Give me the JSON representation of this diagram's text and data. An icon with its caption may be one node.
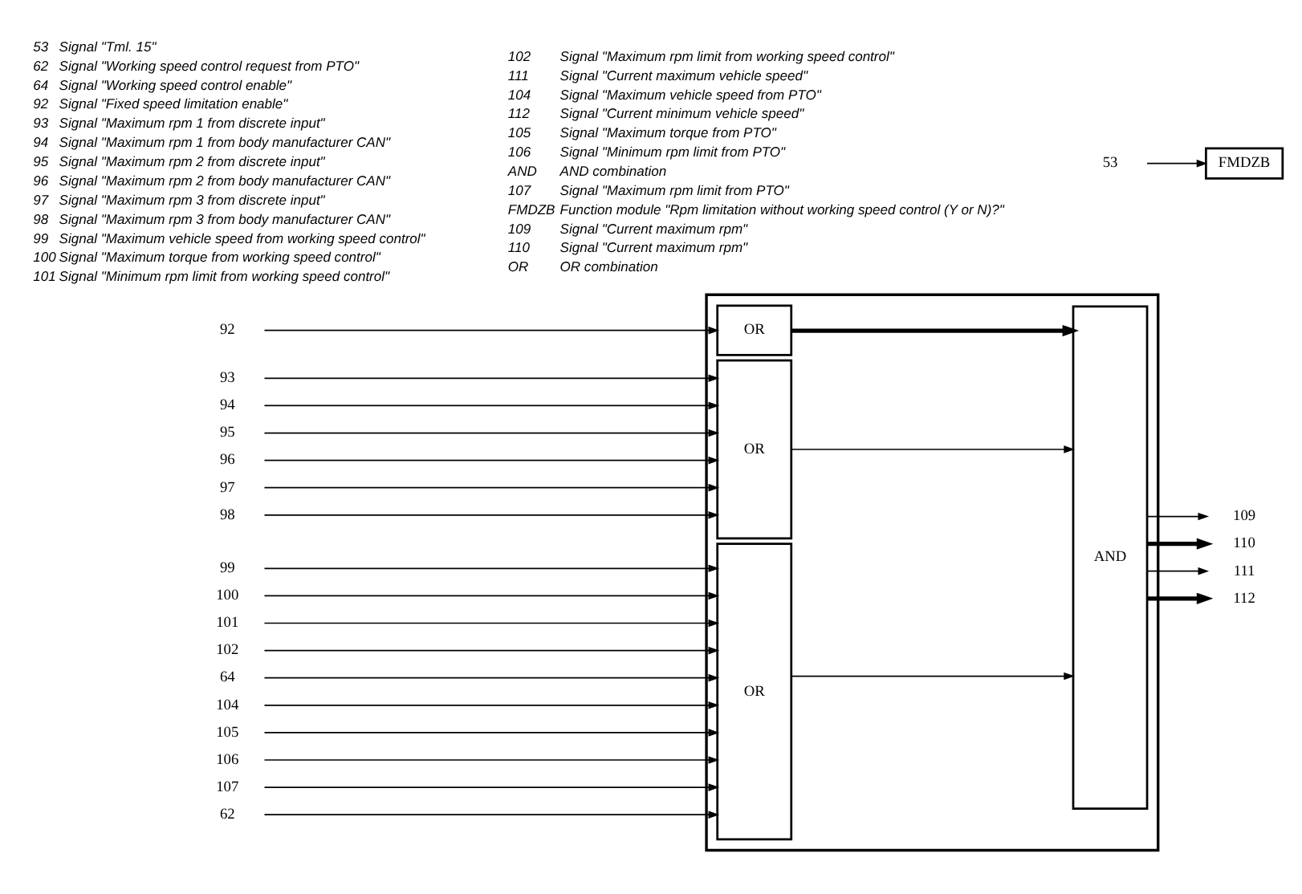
{
  "diagram": {
    "nodes": [
      {
        "text": [],
        "shape": "box"
      },
      {
        "text": [
          "FMDZB"
        ]
      },
      {
        "text": [
          "OR"
        ],
        "in": 0
      },
      {
        "text": [
          "OR"
        ],
        "in": 0
      },
      {
        "text": [
          "OR"
        ],
        "in": 0
      },
      {
        "text": [
          "AND"
        ],
        "in": 0
      },
      {
        "text": [
          "53"
        ]
      },
      {
        "text": [
          "92"
        ]
      },
      {
        "text": [
          "93"
        ]
      },
      {
        "text": [
          "94"
        ]
      },
      {
        "text": [
          "95"
        ]
      },
      {
        "text": [
          "96"
        ]
      },
      {
        "text": [
          "97"
        ]
      },
      {
        "text": [
          "98"
        ]
      },
      {
        "text": [
          "99"
        ]
      },
      {
        "text": [
          "100"
        ]
      },
      {
        "text": [
          "101"
        ]
      },
      {
        "text": [
          "102"
        ]
      },
      {
        "text": [
          "64"
        ]
      },
      {
        "text": [
          "104"
        ]
      },
      {
        "text": [
          "105"
        ]
      },
      {
        "text": [
          "106"
        ]
      },
      {
        "text": [
          "107"
        ]
      },
      {
        "text": [
          "62"
        ]
      },
      {
        "text": [
          "109"
        ]
      },
      {
        "text": [
          "110"
        ]
      },
      {
        "text": [
          "111"
        ]
      },
      {
        "text": [
          "112"
        ]
      }
    ],
    "edges": [
      {
        "from": 6,
        "to": 1,
        "arrow": "to"
      },
      {
        "from": 7,
        "to": 2,
        "arrow": "to"
      },
      {
        "from": 8,
        "to": 3,
        "arrow": "to"
      },
      {
        "from": 9,
        "to": 3,
        "arrow": "to"
      },
      {
        "from": 10,
        "to": 3,
        "arrow": "to"
      },
      {
        "from": 11,
        "to": 3,
        "arrow": "to"
      },
      {
        "from": 12,
        "to": 3,
        "arrow": "to"
      },
      {
        "from": 13,
        "to": 3,
        "arrow": "to"
      },
      {
        "from": 14,
        "to": 4,
        "arrow": "to"
      },
      {
        "from": 15,
        "to": 4,
        "arrow": "to"
      },
      {
        "from": 16,
        "to": 4,
        "arrow": "to"
      },
      {
        "from": 17,
        "to": 4,
        "arrow": "to"
      },
      {
        "from": 18,
        "to": 4,
        "arrow": "to"
      },
      {
        "from": 19,
        "to": 4,
        "arrow": "to"
      },
      {
        "from": 20,
        "to": 4,
        "arrow": "to"
      },
      {
        "from": 21,
        "to": 4,
        "arrow": "to"
      },
      {
        "from": 22,
        "to": 4,
        "arrow": "to"
      },
      {
        "from": 23,
        "to": 4,
        "arrow": "to"
      },
      {
        "from": 2,
        "to": 5,
        "arrow": "to",
        "style": "thick"
      },
      {
        "from": 3,
        "to": 5,
        "arrow": "to"
      },
      {
        "from": 4,
        "to": 5,
        "arrow": "to"
      },
      {
        "from": 5,
        "to": 24,
        "arrow": "to"
      },
      {
        "from": 5,
        "to": 25,
        "arrow": "to",
        "style": "thick"
      },
      {
        "from": 5,
        "to": 26,
        "arrow": "to"
      },
      {
        "from": 5,
        "to": 27,
        "arrow": "to",
        "style": "thick"
      }
    ],
    "labels": [
      "53",
      "Signal \"Tml. 15\"",
      "62",
      "Signal \"Working speed control request from PTO\"",
      "64",
      "Signal \"Working speed control enable\"",
      "92",
      "Signal \"Fixed speed limitation enable\"",
      "93",
      "Signal \"Maximum rpm 1 from discrete input\"",
      "94",
      "Signal \"Maximum rpm 1 from body manufacturer CAN\"",
      "95",
      "Signal \"Maximum rpm 2 from discrete input\"",
      "96",
      "Signal \"Maximum rpm 2 from body manufacturer CAN\"",
      "97",
      "Signal \"Maximum rpm 3 from discrete input\"",
      "98",
      "Signal \"Maximum rpm 3 from body manufacturer CAN\"",
      "99",
      "Signal \"Maximum vehicle speed from working speed control\"",
      "100",
      "Signal \"Maximum torque from working speed control\"",
      "101",
      "Signal \"Minimum rpm limit from working speed control\"",
      "102",
      "Signal \"Maximum rpm limit from working speed control\"",
      "111",
      "Signal \"Current maximum vehicle speed\"",
      "104",
      "Signal \"Maximum vehicle speed from PTO\"",
      "112",
      "Signal \"Current minimum vehicle speed\"",
      "105",
      "Signal \"Maximum torque from PTO\"",
      "106",
      "Signal \"Minimum rpm limit from PTO\"",
      "AND",
      "AND combination",
      "107",
      "Signal \"Maximum rpm limit from PTO\"",
      "FMDZB",
      "Function module \"Rpm limitation without working speed control (Y or N)?\"",
      "109",
      "Signal \"Current maximum rpm\"",
      "110",
      "Signal \"Current maximum rpm\"",
      "OR",
      "OR combination"
    ]
  }
}
